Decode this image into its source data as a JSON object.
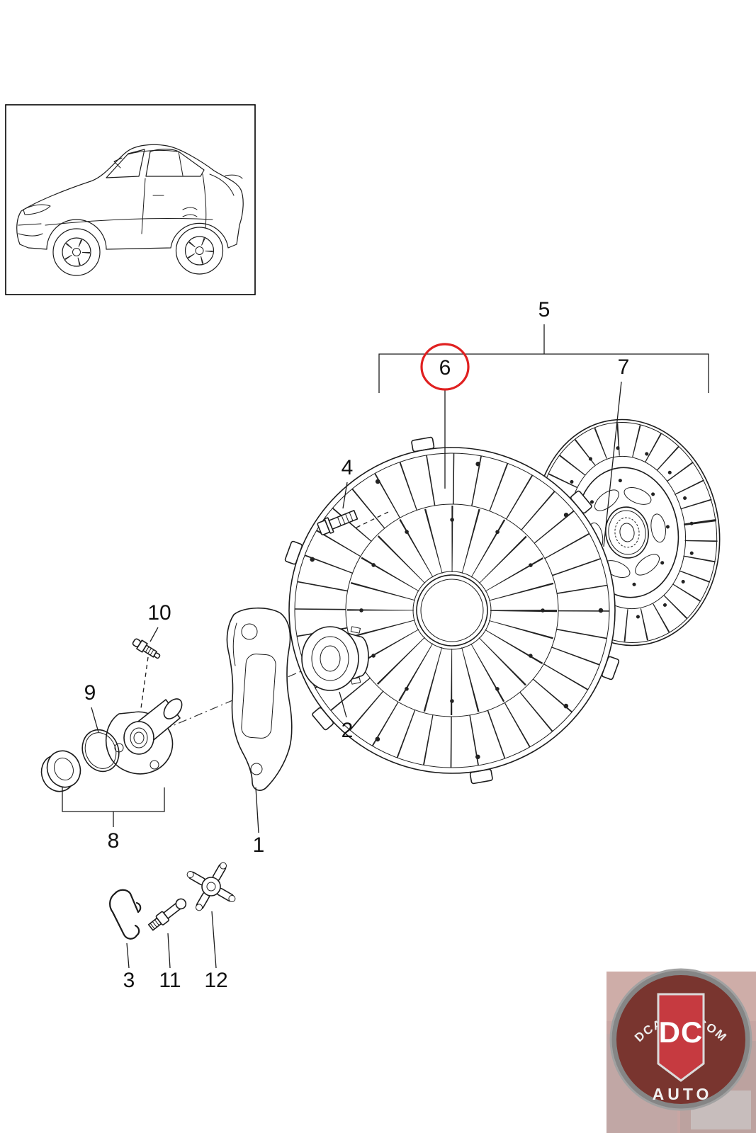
{
  "callouts": {
    "part1": "1",
    "part2": "2",
    "part3": "3",
    "part4": "4",
    "part5": "5",
    "part6": "6",
    "part7": "7",
    "part8": "8",
    "part9": "9",
    "part10": "10",
    "part11": "11",
    "part12": "12"
  },
  "highlight": {
    "part": "6",
    "color": "#e02020"
  },
  "colors": {
    "line": "#1c1c1c",
    "background": "#ffffff"
  },
  "watermark": {
    "arc_text": "DCAUTO.COM",
    "shield_text": "DC",
    "bottom_text": "AUTO"
  }
}
